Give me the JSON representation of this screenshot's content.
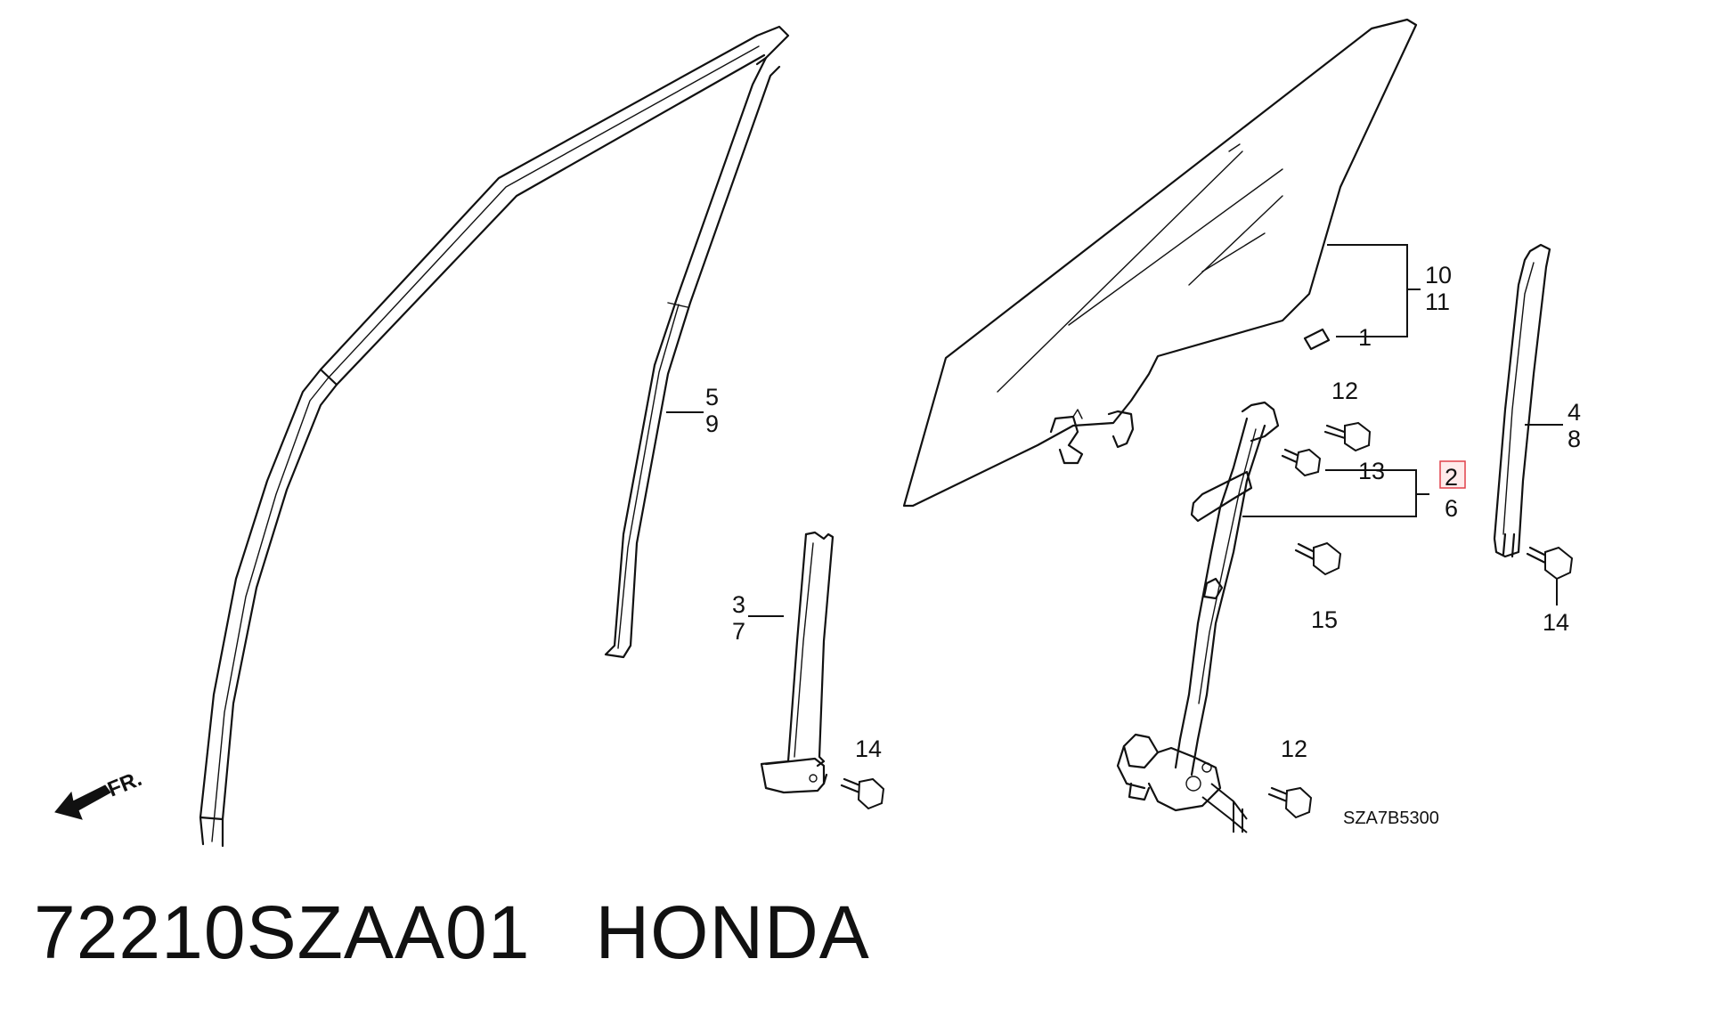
{
  "callouts": {
    "c_10": "10",
    "c_11": "11",
    "c_1": "1",
    "c_5": "5",
    "c_9": "9",
    "c_12a": "12",
    "c_13": "13",
    "c_2": "2",
    "c_6": "6",
    "c_4": "4",
    "c_8": "8",
    "c_3": "3",
    "c_7": "7",
    "c_15": "15",
    "c_14a": "14",
    "c_14b": "14",
    "c_12b": "12",
    "fr": "FR."
  },
  "diagram_code": "SZA7B5300",
  "caption": {
    "part_number": "72210SZAA01",
    "brand": "HONDA"
  },
  "highlight": {
    "callout": "2",
    "color": "#e0404a"
  },
  "icons": {
    "front_arrow": "front-direction-arrow-icon"
  }
}
